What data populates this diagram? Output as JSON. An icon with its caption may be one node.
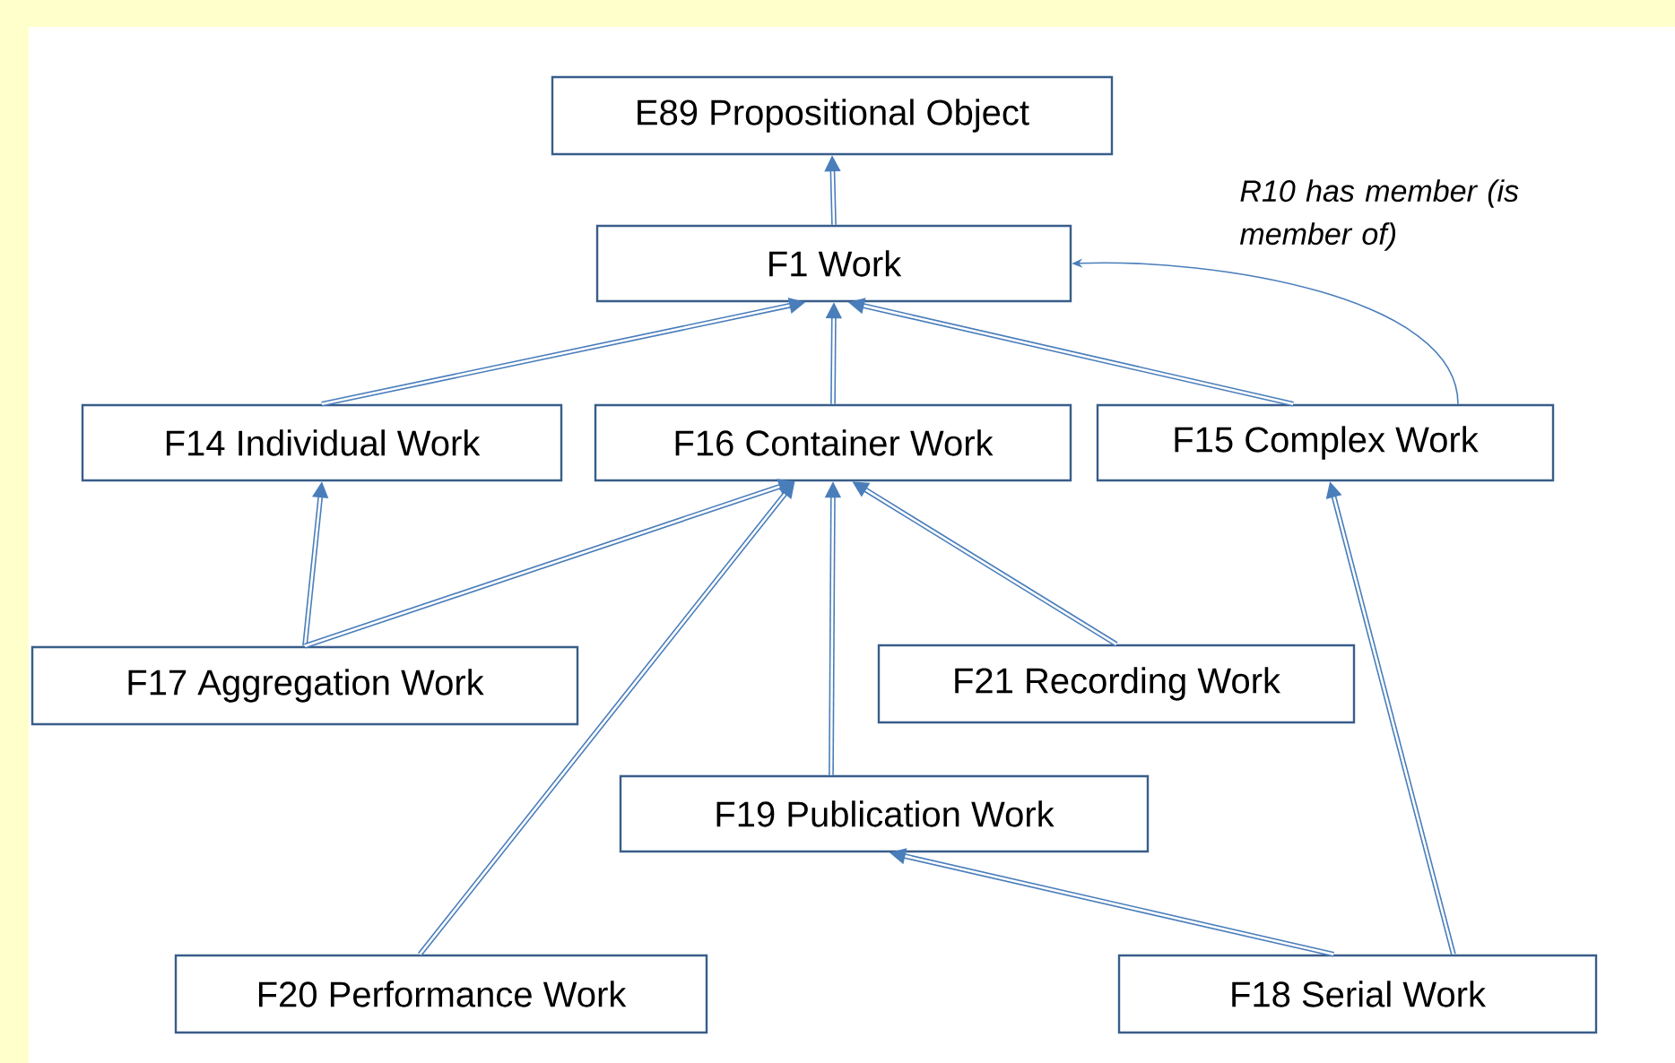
{
  "diagram": {
    "nodes": [
      {
        "text": [
          "E89 Propositional Object"
        ]
      },
      {
        "text": [
          "F1 Work"
        ]
      },
      {
        "text": [
          "F14 Individual Work"
        ]
      },
      {
        "text": [
          "F16 Container Work"
        ]
      },
      {
        "text": [
          "F15 Complex Work"
        ]
      },
      {
        "text": [
          "F17 Aggregation Work"
        ]
      },
      {
        "text": [
          "F21 Recording Work"
        ]
      },
      {
        "text": [
          "F19 Publication Work"
        ]
      },
      {
        "text": [
          "F20 Performance Work"
        ]
      },
      {
        "text": [
          "F18 Serial Work"
        ]
      }
    ],
    "edges": [
      {
        "from": 1,
        "to": 0,
        "arrow": "to"
      },
      {
        "from": 2,
        "to": 1,
        "arrow": "to"
      },
      {
        "from": 3,
        "to": 1,
        "arrow": "to"
      },
      {
        "from": 4,
        "to": 1,
        "arrow": "to"
      },
      {
        "from": 4,
        "to": 1,
        "arrow": "to",
        "label": "R10 has member (is member of)"
      },
      {
        "from": 5,
        "to": 2,
        "arrow": "to"
      },
      {
        "from": 5,
        "to": 3,
        "arrow": "to"
      },
      {
        "from": 8,
        "to": 3,
        "arrow": "to"
      },
      {
        "from": 7,
        "to": 3,
        "arrow": "to"
      },
      {
        "from": 6,
        "to": 3,
        "arrow": "to"
      },
      {
        "from": 9,
        "to": 7,
        "arrow": "to"
      },
      {
        "from": 9,
        "to": 4,
        "arrow": "to"
      }
    ]
  }
}
